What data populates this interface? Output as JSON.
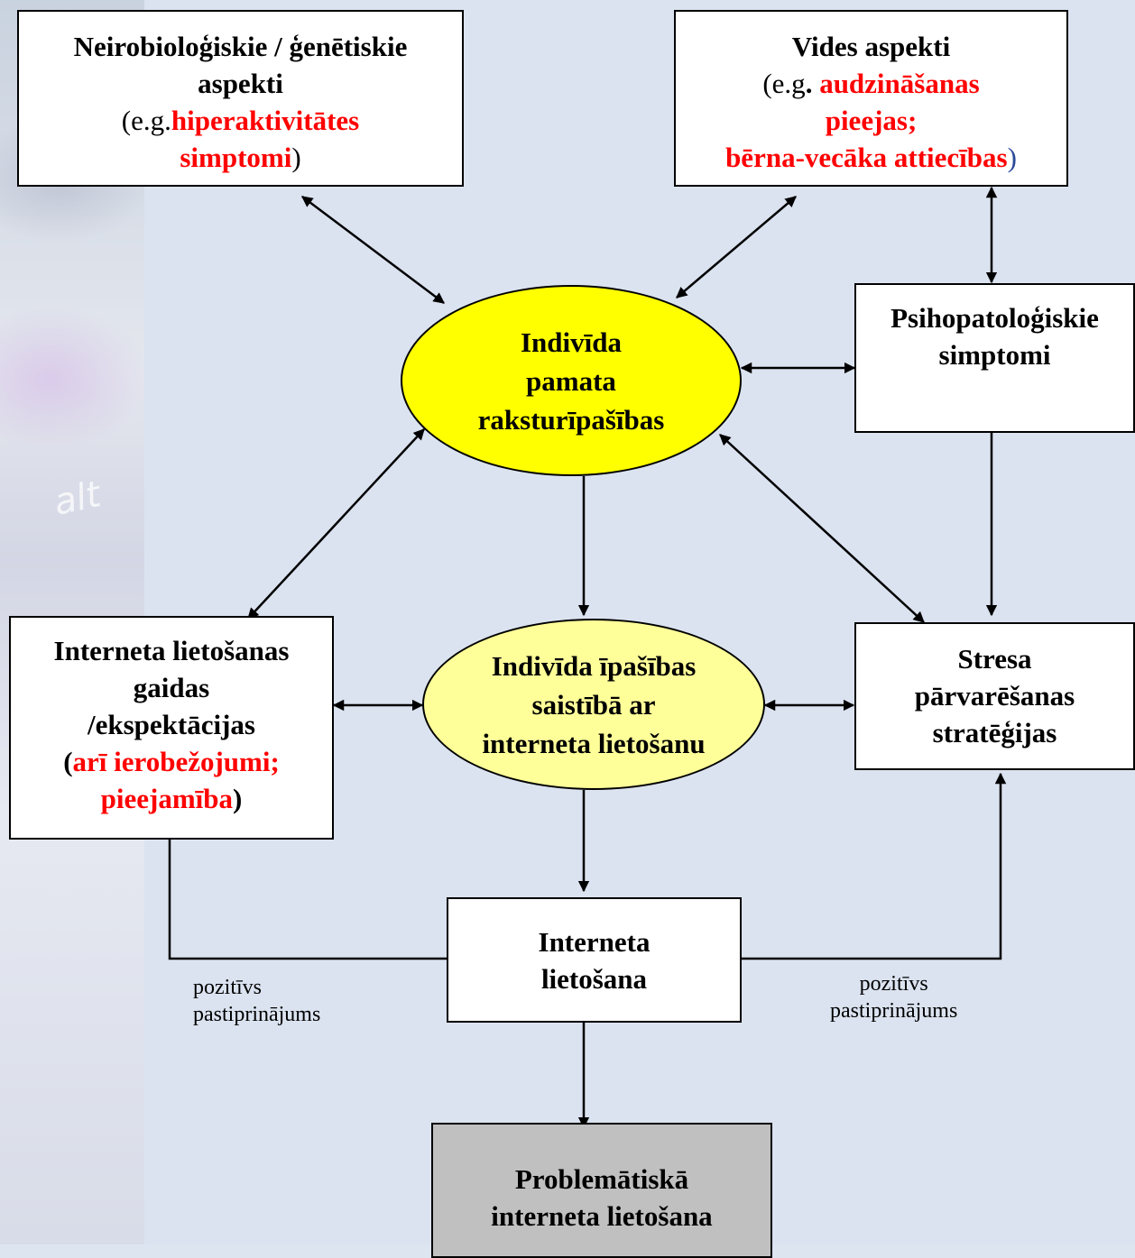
{
  "neuro_box": {
    "line1": "Neirobioloģiskie / ģenētiskie",
    "line2": "aspekti",
    "line3_prefix": "(e.g.",
    "line3_red": "hiperaktivitātes",
    "line4_red": "simptomi",
    "line4_suffix": ")"
  },
  "env_box": {
    "line1": "Vides aspekti",
    "line2_prefix": "(e.g",
    "line2_dot": ".",
    "line2_red": "audzināšanas",
    "line3_red": "pieejas;",
    "line4_red": "bērna-vecāka attiecības",
    "line4_suffix": ")"
  },
  "psycho_box": {
    "line1": "Psihopatoloģiskie",
    "line2": "simptomi"
  },
  "core_ellipse": {
    "line1": "Indivīda",
    "line2": "pamata",
    "line3": "raksturīpašības"
  },
  "internet_traits_ellipse": {
    "line1": "Indivīda īpašības",
    "line2": "saistībā ar",
    "line3": "interneta lietošanu"
  },
  "expect_box": {
    "line1": "Interneta lietošanas",
    "line2": "gaidas",
    "line3": "/ekspektācijas",
    "line4_prefix": "(",
    "line4_red": "arī ierobežojumi;",
    "line5_red": "pieejamība",
    "line5_suffix": ")"
  },
  "stress_box": {
    "line1": "Stresa",
    "line2": "pārvarēšanas",
    "line3": "stratēģijas"
  },
  "usage_box": {
    "line1": "Interneta",
    "line2": "lietošana"
  },
  "problem_box": {
    "line1": "Problemātiskā",
    "line2": "interneta lietošana"
  },
  "left_label": {
    "line1": "pozitīvs",
    "line2": "pastiprinājums"
  },
  "right_label": {
    "line1": "pozitīvs",
    "line2": "pastiprinājums"
  },
  "colors": {
    "highlight_text": "#ff0000",
    "core_ellipse_fill": "#ffff00",
    "traits_ellipse_fill": "#ffff99",
    "problem_box_fill": "#c0c0c0",
    "background": "#dbe3f0"
  }
}
